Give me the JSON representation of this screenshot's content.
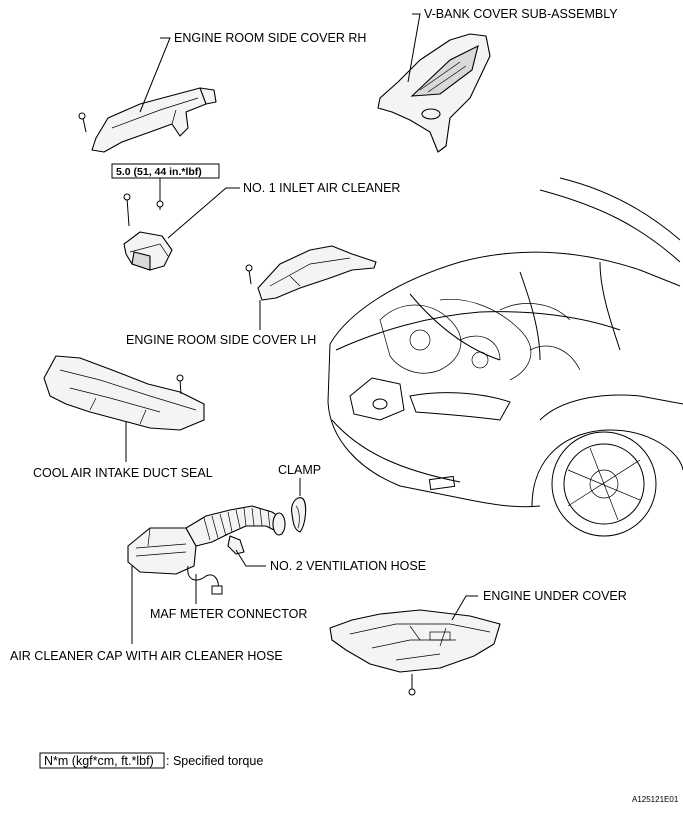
{
  "labels": {
    "engine_room_side_cover_rh": "ENGINE ROOM SIDE COVER RH",
    "v_bank_cover": "V-BANK COVER SUB-ASSEMBLY",
    "no1_inlet_air_cleaner": "NO. 1 INLET AIR CLEANER",
    "engine_room_side_cover_lh": "ENGINE ROOM SIDE COVER LH",
    "cool_air_intake_duct_seal": "COOL AIR INTAKE DUCT SEAL",
    "clamp": "CLAMP",
    "no2_ventilation_hose": "NO. 2 VENTILATION HOSE",
    "maf_meter_connector": "MAF METER CONNECTOR",
    "air_cleaner_cap": "AIR CLEANER CAP WITH AIR CLEANER HOSE",
    "engine_under_cover": "ENGINE UNDER COVER"
  },
  "torque_box": "5.0 (51, 44 in.*lbf)",
  "legend": {
    "unit_box": "N*m (kgf*cm, ft.*lbf)",
    "description": ": Specified torque"
  },
  "figure_id": "A125121E01"
}
